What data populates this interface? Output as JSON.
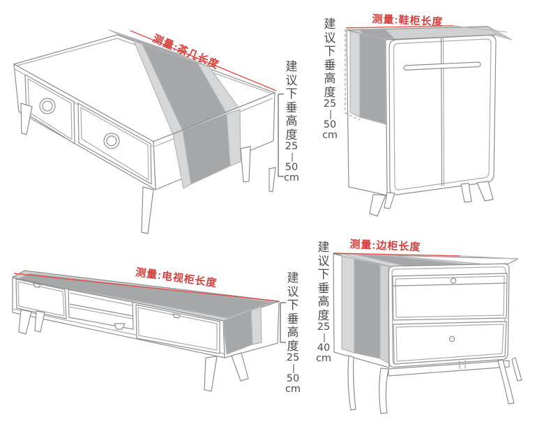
{
  "colors": {
    "measure_red_line": "#e25049",
    "measure_red_text": "#d6403c",
    "outline_gray": "#8b8e92",
    "runner_dark": "#a5a7a9",
    "runner_light": "#d6d7d8",
    "top_gray": "#cfd0d2",
    "note_text": "#4b4b4b"
  },
  "panels": [
    {
      "id": "coffee-table",
      "measure_label": "测量:茶几长度",
      "drop_hint": "建议下垂高度25—50cm",
      "drop_chars": [
        "建",
        "议",
        "下",
        "垂",
        "高",
        "度",
        "25",
        "—",
        "50",
        "cm"
      ]
    },
    {
      "id": "shoe-cabinet",
      "measure_label": "测量:鞋柜长度",
      "drop_hint": "建议下垂高度25—50cm",
      "drop_chars": [
        "建",
        "议",
        "下",
        "垂",
        "高",
        "度",
        "25",
        "—",
        "50",
        "cm"
      ]
    },
    {
      "id": "tv-cabinet",
      "measure_label": "测量:电视柜长度",
      "drop_hint": "建议下垂高度25—50cm",
      "drop_chars": [
        "建",
        "议",
        "下",
        "垂",
        "高",
        "度",
        "25",
        "—",
        "50",
        "cm"
      ]
    },
    {
      "id": "side-cabinet",
      "measure_label": "测量:边柜长度",
      "drop_hint": "建议下垂高度25—40cm",
      "drop_chars": [
        "建",
        "议",
        "下",
        "垂",
        "高",
        "度",
        "25",
        "—",
        "40",
        "cm"
      ]
    }
  ]
}
